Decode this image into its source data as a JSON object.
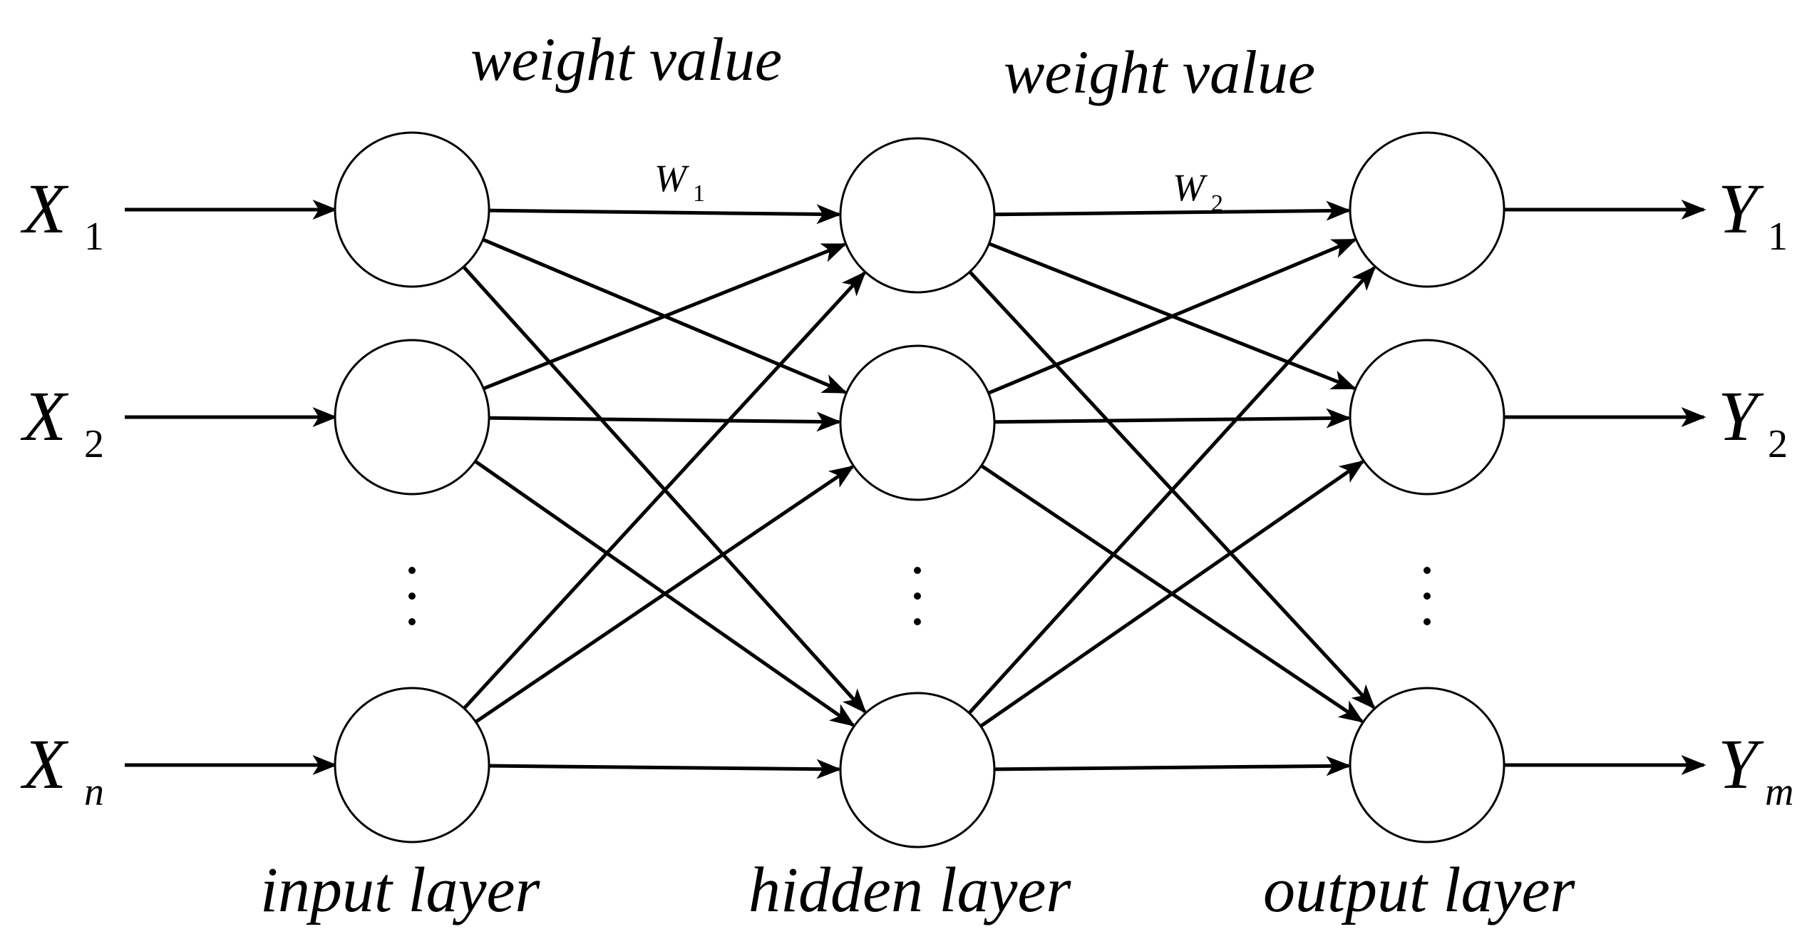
{
  "headings": {
    "weight_left": "weight value",
    "weight_right": "weight value"
  },
  "layer_labels": {
    "input": "input layer",
    "hidden": "hidden layer",
    "output": "output layer"
  },
  "weights": {
    "w1_letter": "W",
    "w1_sub": "1",
    "w2_letter": "W",
    "w2_sub": "2"
  },
  "inputs": [
    {
      "letter": "X",
      "sub": "1"
    },
    {
      "letter": "X",
      "sub": "2"
    },
    {
      "letter": "X",
      "sub": "n"
    }
  ],
  "outputs": [
    {
      "letter": "Y",
      "sub": "1"
    },
    {
      "letter": "Y",
      "sub": "2"
    },
    {
      "letter": "Y",
      "sub": "m"
    }
  ],
  "colors": {
    "stroke": "#000000",
    "background": "#ffffff"
  }
}
